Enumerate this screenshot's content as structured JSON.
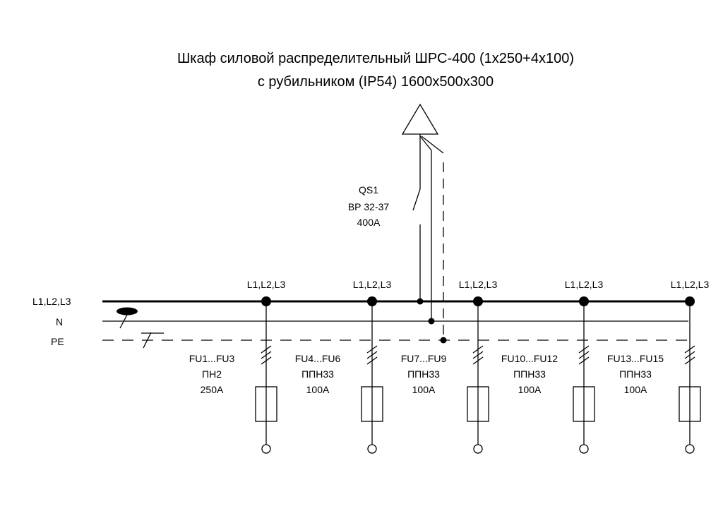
{
  "title": {
    "line1": "Шкаф силовой распределительный ШРС-400 (1х250+4х100)",
    "line2": "с рубильником (IP54) 1600х500х300"
  },
  "buses": {
    "phase_label": "L1,L2,L3",
    "neutral_label": "N",
    "pe_label": "PE"
  },
  "switch": {
    "designation": "QS1",
    "type": "ВР 32-37",
    "rating": "400А"
  },
  "feeders": [
    {
      "phase_label": "L1,L2,L3",
      "fuse_ref": "FU1...FU3",
      "fuse_type": "ПН2",
      "rating": "250А"
    },
    {
      "phase_label": "L1,L2,L3",
      "fuse_ref": "FU4...FU6",
      "fuse_type": "ППН33",
      "rating": "100А"
    },
    {
      "phase_label": "L1,L2,L3",
      "fuse_ref": "FU7...FU9",
      "fuse_type": "ППН33",
      "rating": "100А"
    },
    {
      "phase_label": "L1,L2,L3",
      "fuse_ref": "FU10...FU12",
      "fuse_type": "ППН33",
      "rating": "100А"
    },
    {
      "phase_label": "L1,L2,L3",
      "fuse_ref": "FU13...FU15",
      "fuse_type": "ППН33",
      "rating": "100А"
    }
  ]
}
